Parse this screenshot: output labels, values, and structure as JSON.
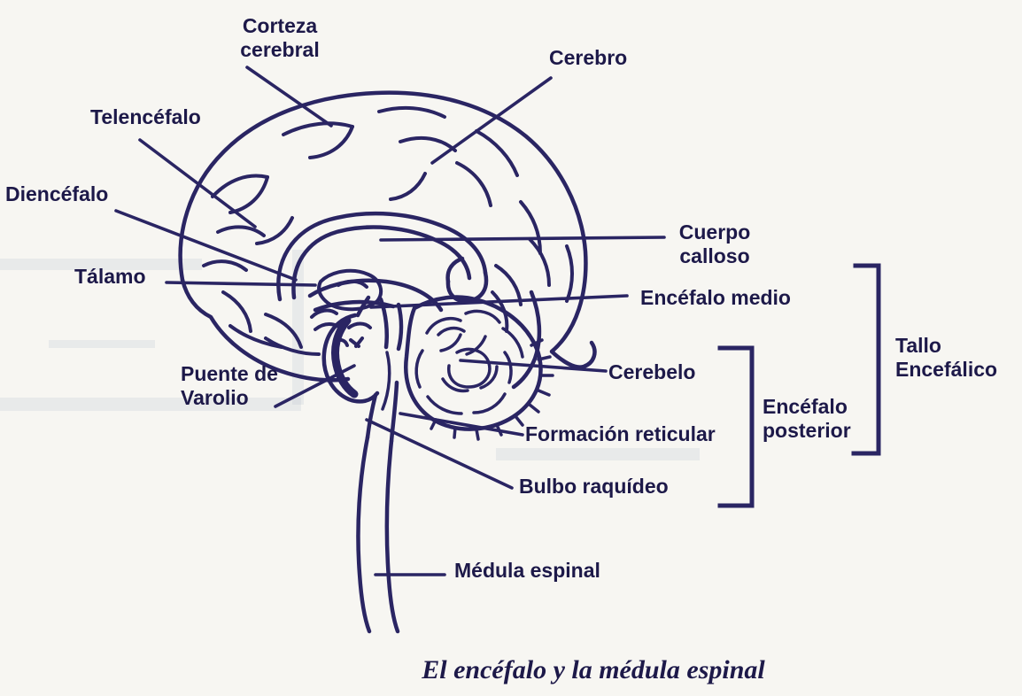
{
  "figure": {
    "title": "El encéfalo y la médula espinal",
    "type": "labeled-anatomical-diagram",
    "ink_color": "#2a2563",
    "text_color": "#1d1949",
    "background_color": "#f7f6f2"
  },
  "labels": [
    {
      "id": "corteza-cerebral",
      "lines": [
        "Corteza",
        "cerebral"
      ]
    },
    {
      "id": "cerebro",
      "lines": [
        "Cerebro"
      ]
    },
    {
      "id": "telencefalo",
      "lines": [
        "Telencéfalo"
      ]
    },
    {
      "id": "diencefalo",
      "lines": [
        "Diencéfalo"
      ]
    },
    {
      "id": "talamo",
      "lines": [
        "Tálamo"
      ]
    },
    {
      "id": "puente-de-varolio",
      "lines": [
        "Puente de",
        "Varolio"
      ]
    },
    {
      "id": "cuerpo-calloso",
      "lines": [
        "Cuerpo",
        "calloso"
      ]
    },
    {
      "id": "encefalo-medio",
      "lines": [
        "Encéfalo medio"
      ]
    },
    {
      "id": "cerebelo",
      "lines": [
        "Cerebelo"
      ]
    },
    {
      "id": "formacion-reticular",
      "lines": [
        "Formación reticular"
      ]
    },
    {
      "id": "bulbo-raquideo",
      "lines": [
        "Bulbo raquídeo"
      ]
    },
    {
      "id": "medula-espinal",
      "lines": [
        "Médula espinal"
      ]
    },
    {
      "id": "encefalo-posterior",
      "lines": [
        "Encéfalo",
        "posterior"
      ]
    },
    {
      "id": "tallo-encefalico",
      "lines": [
        "Tallo",
        "Encefálico"
      ]
    }
  ]
}
